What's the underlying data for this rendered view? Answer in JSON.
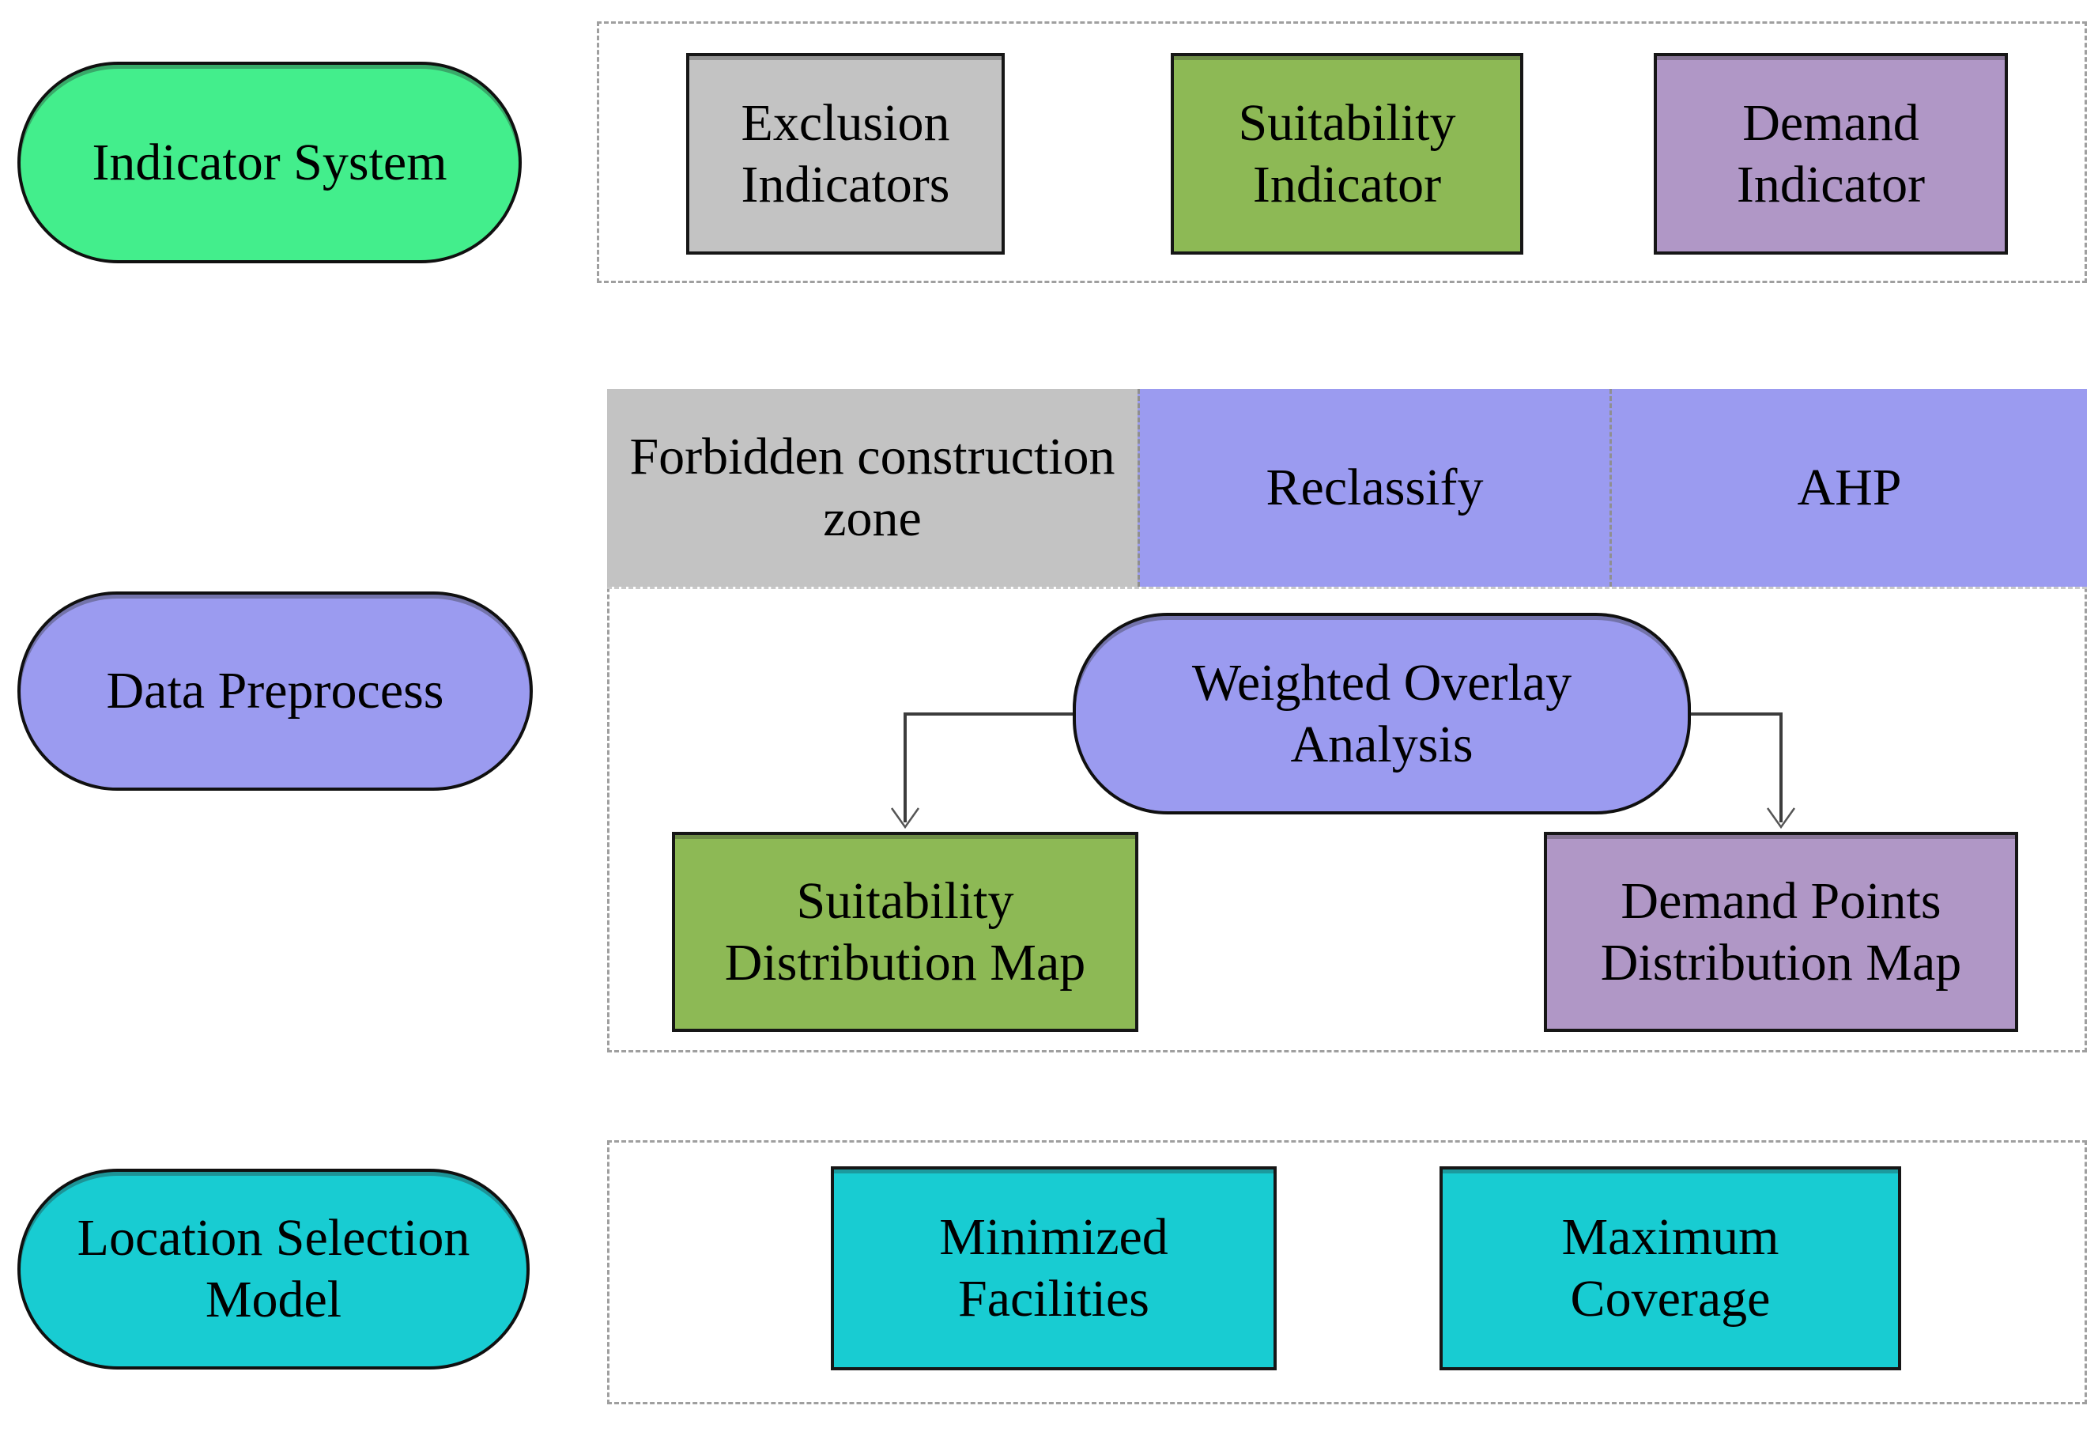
{
  "figure_title": "Location selection methodology flow diagram",
  "colors": {
    "indicator_pill_green": "#43ee8c",
    "lavender": "#9b9bf0",
    "gray_box": "#c3c3c3",
    "olive_green": "#8db955",
    "light_purple": "#b097c6",
    "cyan": "#18ccd2",
    "connector_line": "#3c3c3c",
    "dashed_border": "#9f9f9f"
  },
  "indicator_system": {
    "pill_label": "Indicator System",
    "boxes": [
      {
        "label": "Exclusion Indicators"
      },
      {
        "label": "Suitability Indicator"
      },
      {
        "label": "Demand Indicator"
      }
    ]
  },
  "data_preprocess": {
    "pill_label": "Data Preprocess",
    "header_cells": [
      {
        "label": "Forbidden construction zone"
      },
      {
        "label": "Reclassify"
      },
      {
        "label": "AHP"
      }
    ],
    "weighted_overlay_label": "Weighted Overlay Analysis",
    "suitability_map_label": "Suitability Distribution Map",
    "demand_map_label": "Demand Points Distribution Map"
  },
  "location_model": {
    "pill_label": "Location Selection Model",
    "boxes": [
      {
        "label": "Minimized Facilities"
      },
      {
        "label": "Maximum Coverage"
      }
    ]
  }
}
